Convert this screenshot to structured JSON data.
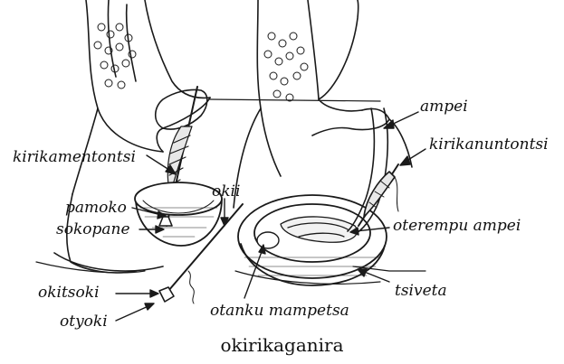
{
  "labels": {
    "ampei": "ampei",
    "kirikanuntontsi": "kirikanuntontsi",
    "kirikamentontsi": "kirikamentontsi",
    "okii": "okii",
    "pamoko": "pamoko",
    "sokopane": "sokopane",
    "oterempu_ampei": "oterempu ampei",
    "tsiveta": "tsiveta",
    "okitsoki": "okitsoki",
    "otyoki": "otyoki",
    "otanku_mampetsa": "otanku mampetsa"
  },
  "caption": "okirikaganira"
}
